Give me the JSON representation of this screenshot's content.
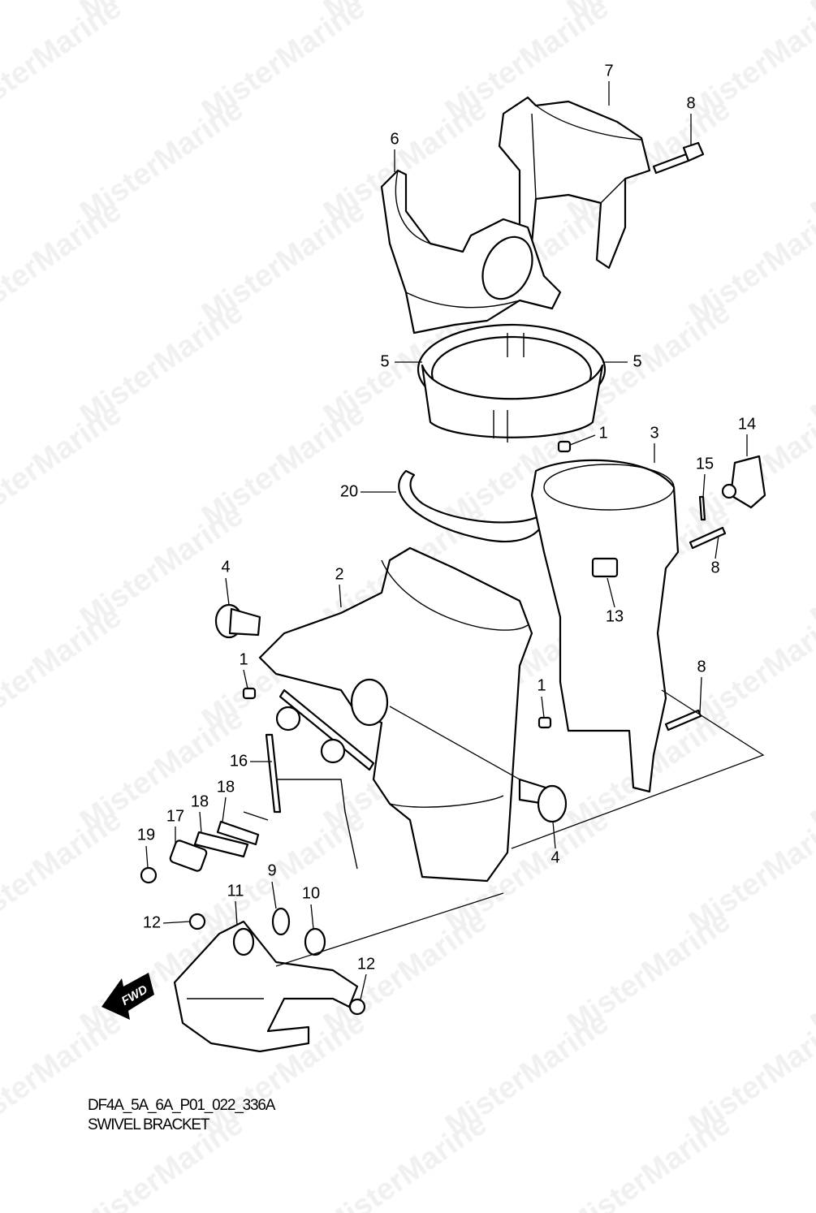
{
  "watermark": "MisterMarine",
  "diagram": {
    "code": "DF4A_5A_6A_P01_022_336A",
    "title": "SWIVEL BRACKET",
    "fwd_label": "FWD",
    "callouts": [
      "7",
      "8",
      "6",
      "5",
      "5",
      "1",
      "3",
      "14",
      "15",
      "20",
      "8",
      "4",
      "2",
      "13",
      "1",
      "8",
      "1",
      "16",
      "18",
      "18",
      "17",
      "19",
      "4",
      "9",
      "10",
      "11",
      "12",
      "12"
    ]
  }
}
